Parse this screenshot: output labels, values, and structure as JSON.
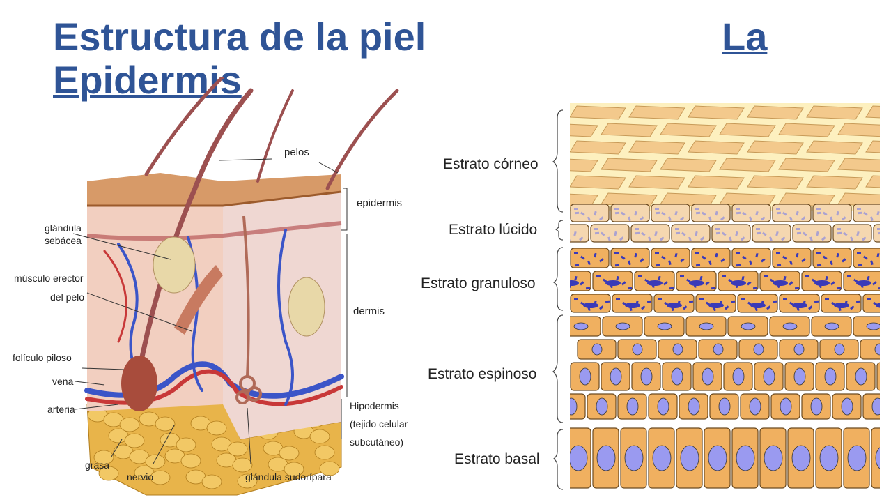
{
  "title": {
    "part1": "Estructura de la piel",
    "part2": "La",
    "part3": "Epidermis"
  },
  "skin_labels": {
    "pelos": "pelos",
    "epidermis": "epidermis",
    "glandula_1": "glándula",
    "glandula_2": "sebácea",
    "musculo_1": "músculo erector",
    "musculo_2": "del pelo",
    "dermis": "dermis",
    "foliculo": "folículo piloso",
    "vena": "vena",
    "arteria": "arteria",
    "hipo_1": "Hipodermis",
    "hipo_2": "(tejido celular",
    "hipo_3": "subcutáneo)",
    "grasa": "grasa",
    "nervio": "nervio",
    "sudoripara": "glándula sudorípara"
  },
  "strata": {
    "corneo": "Estrato córneo",
    "lucido": "Estrato lúcido",
    "granuloso": "Estrato granuloso",
    "espinoso": "Estrato espinoso",
    "basal": "Estrato basal"
  },
  "colors": {
    "title": "#2f5496",
    "corneo_cell": "#f3c98c",
    "corneo_bg": "#fdf0bf",
    "cell": "#f0b060",
    "cell_border": "#6b4a20",
    "nucleus": "#9a9af0",
    "granule": "#3a3ab8",
    "lucido_cell": "#f5d7b0"
  }
}
